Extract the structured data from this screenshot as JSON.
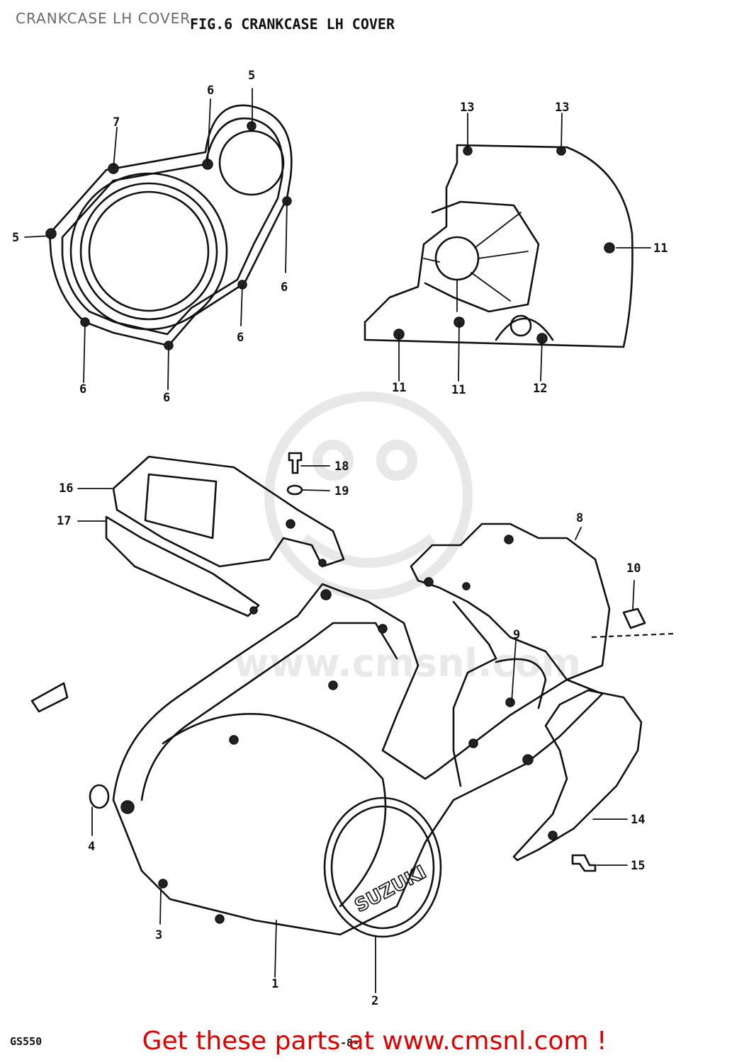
{
  "header": {
    "page_title": "CRANKCASE LH COVER",
    "figure_title": "FIG.6  CRANKCASE LH COVER"
  },
  "callouts": [
    {
      "num": "1"
    },
    {
      "num": "2"
    },
    {
      "num": "3"
    },
    {
      "num": "4"
    },
    {
      "num": "5"
    },
    {
      "num": "5"
    },
    {
      "num": "6"
    },
    {
      "num": "6"
    },
    {
      "num": "6"
    },
    {
      "num": "6"
    },
    {
      "num": "6"
    },
    {
      "num": "7"
    },
    {
      "num": "8"
    },
    {
      "num": "9"
    },
    {
      "num": "10"
    },
    {
      "num": "11"
    },
    {
      "num": "11"
    },
    {
      "num": "11"
    },
    {
      "num": "12"
    },
    {
      "num": "13"
    },
    {
      "num": "13"
    },
    {
      "num": "14"
    },
    {
      "num": "15"
    },
    {
      "num": "16"
    },
    {
      "num": "17"
    },
    {
      "num": "18"
    },
    {
      "num": "19"
    }
  ],
  "cover_logo_text": "SUZUKI",
  "watermark_text": "www.cmsnl.com",
  "footer": {
    "model_code": "GS550",
    "page_number": "-8-",
    "cta": "Get these parts at www.cmsnl.com !"
  },
  "colors": {
    "cta": "#e00000",
    "line": "#111111",
    "title_gray": "#6a6a6a",
    "watermark": "#e8e8e8"
  }
}
